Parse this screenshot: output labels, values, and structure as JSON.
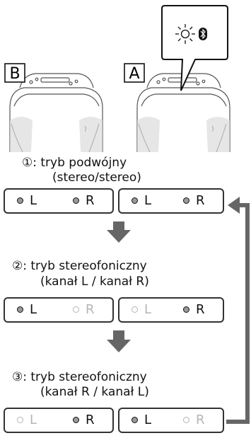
{
  "speakers": {
    "left_label": "B",
    "right_label": "A"
  },
  "callout": {
    "icon": "bluetooth-icon",
    "indicator": "light-flashing-icon"
  },
  "modes": [
    {
      "number": "①",
      "line1": ": tryb podwójny",
      "line2": "(stereo/stereo)",
      "left_box": {
        "l_label": "L",
        "r_label": "R",
        "l_active": true,
        "r_active": true
      },
      "right_box": {
        "l_label": "L",
        "r_label": "R",
        "l_active": true,
        "r_active": true
      }
    },
    {
      "number": "②",
      "line1": ": tryb stereofoniczny",
      "line2": "(kanał L / kanał R)",
      "left_box": {
        "l_label": "L",
        "r_label": "R",
        "l_active": true,
        "r_active": false
      },
      "right_box": {
        "l_label": "L",
        "r_label": "R",
        "l_active": false,
        "r_active": true
      }
    },
    {
      "number": "③",
      "line1": ": tryb stereofoniczny",
      "line2": "(kanał R / kanał L)",
      "left_box": {
        "l_label": "L",
        "r_label": "R",
        "l_active": false,
        "r_active": true
      },
      "right_box": {
        "l_label": "L",
        "r_label": "R",
        "l_active": true,
        "r_active": false
      }
    }
  ],
  "colors": {
    "ink": "#111111",
    "inactive": "#b5b5b5",
    "arrow": "#666666",
    "speaker_stroke": "#555555"
  }
}
